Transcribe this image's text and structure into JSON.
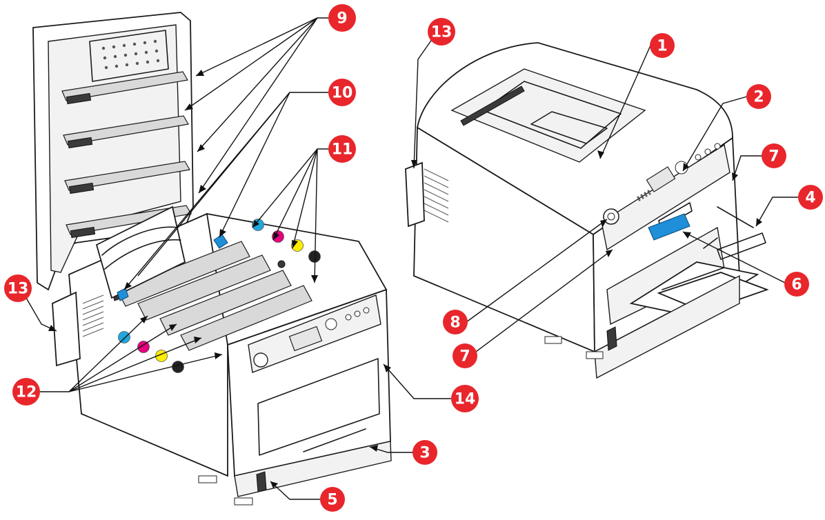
{
  "colors": {
    "callout_fill": "#e8262b",
    "callout_text": "#ffffff",
    "cyan": "#1fa7df",
    "magenta": "#e5007e",
    "yellow": "#ffed00",
    "black": "#222222",
    "toner_highlight": "#1e8fd8"
  },
  "callouts": [
    {
      "id": "c1",
      "label": "1"
    },
    {
      "id": "c2",
      "label": "2"
    },
    {
      "id": "c3",
      "label": "3"
    },
    {
      "id": "c4",
      "label": "4"
    },
    {
      "id": "c5",
      "label": "5"
    },
    {
      "id": "c6",
      "label": "6"
    },
    {
      "id": "c7a",
      "label": "7"
    },
    {
      "id": "c7b",
      "label": "7"
    },
    {
      "id": "c8",
      "label": "8"
    },
    {
      "id": "c9",
      "label": "9"
    },
    {
      "id": "c10",
      "label": "10"
    },
    {
      "id": "c11",
      "label": "11"
    },
    {
      "id": "c12",
      "label": "12"
    },
    {
      "id": "c13a",
      "label": "13"
    },
    {
      "id": "c13b",
      "label": "13"
    },
    {
      "id": "c14",
      "label": "14"
    }
  ]
}
